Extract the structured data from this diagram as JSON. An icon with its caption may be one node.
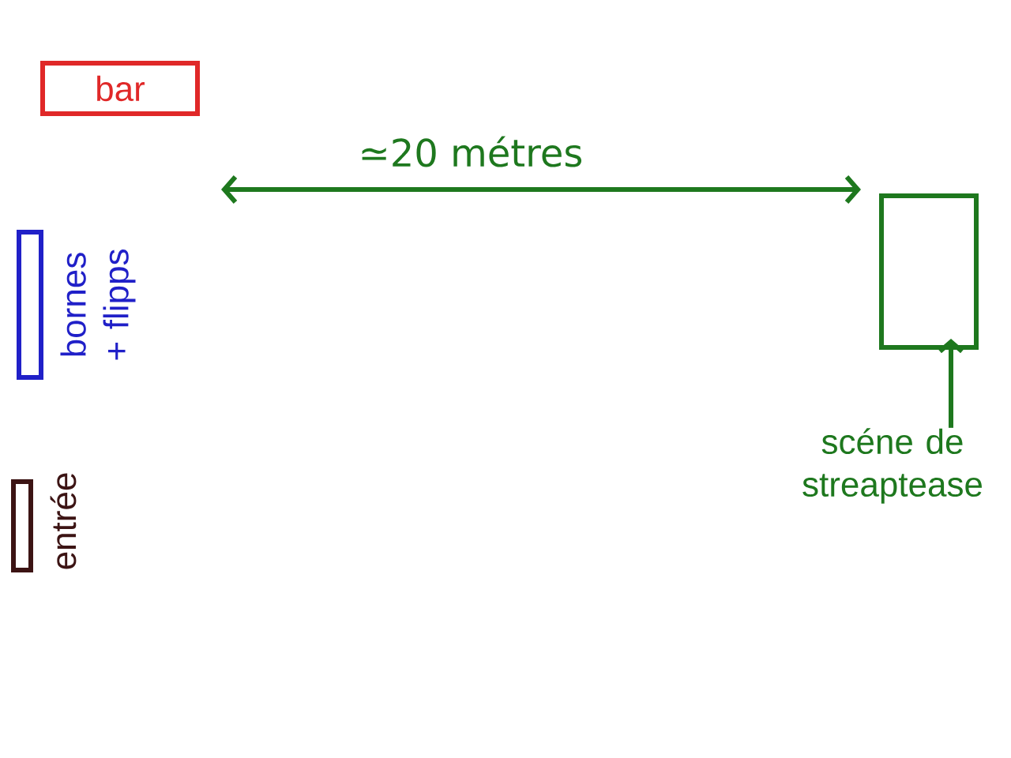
{
  "diagram": {
    "nodes": [
      {
        "text": [
          "bar"
        ]
      },
      {
        "text": [],
        "shape": "box",
        "beside": [
          "bornes + flipps"
        ]
      },
      {
        "text": [],
        "shape": "box",
        "beside": [
          "entrée"
        ]
      },
      {
        "text": [],
        "shape": "box"
      },
      {
        "text": [
          "scéne de streaptease"
        ]
      }
    ],
    "edges": [
      {
        "from": 4,
        "to": 3,
        "arrow": "to"
      }
    ],
    "labels": [
      "≃20 métres"
    ]
  }
}
